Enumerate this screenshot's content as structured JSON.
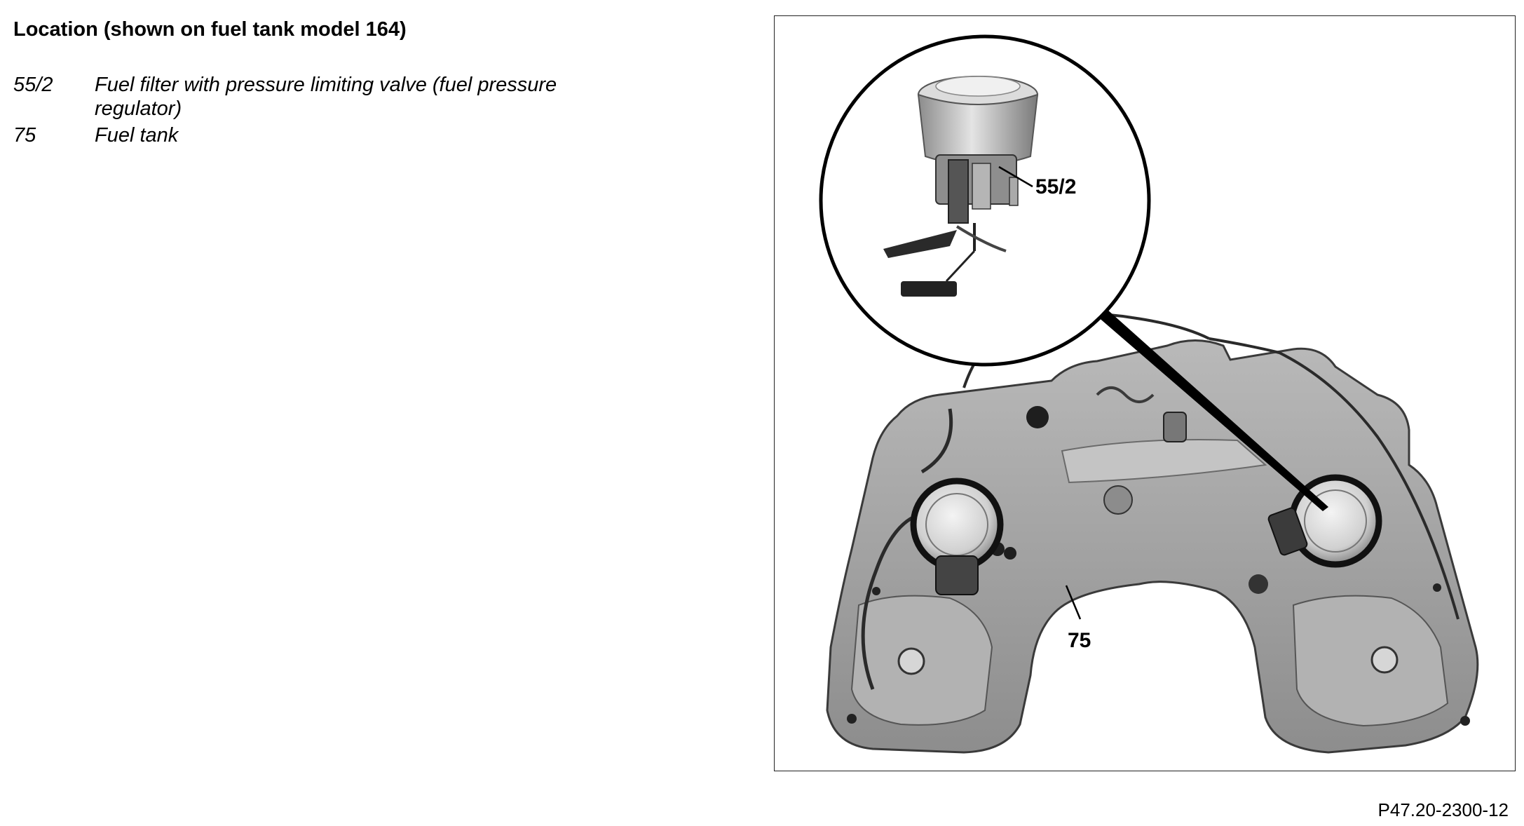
{
  "heading": "Location (shown on fuel tank model 164)",
  "legend": [
    {
      "code": "55/2",
      "description": "Fuel filter with pressure limiting valve (fuel pressure regulator)"
    },
    {
      "code": "75",
      "description": "Fuel tank"
    }
  ],
  "figure": {
    "callouts": {
      "filter": "55/2",
      "tank": "75"
    }
  },
  "document_id": "P47.20-2300-12"
}
